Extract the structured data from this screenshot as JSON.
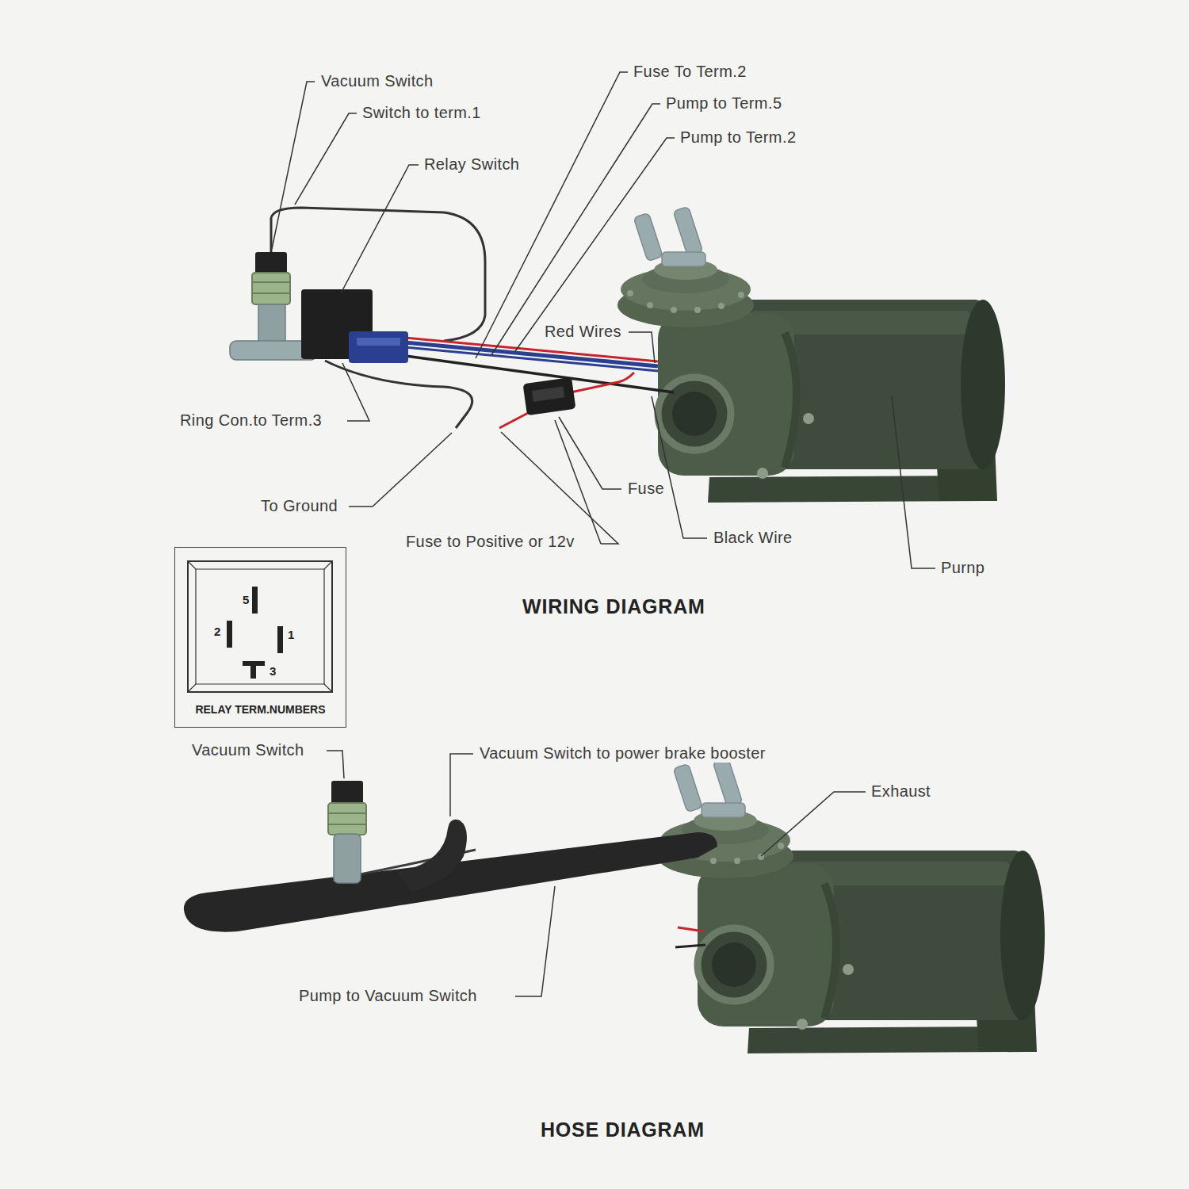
{
  "diagram": {
    "nodes": [
      {
        "text": [
          "RELAY TERM.NUMBERS"
        ]
      }
    ],
    "labels": [
      "Vacuum Switch",
      "Switch to term.1",
      "Relay Switch",
      "Fuse To Term.2",
      "Pump to Term.5",
      "Pump to Term.2",
      "Red Wires",
      "Ring Con.to Term.3",
      "To Ground",
      "Fuse",
      "Black Wire",
      "Fuse to Positive or 12v",
      "Purnp",
      "WIRING DIAGRAM",
      "5",
      "2",
      "1",
      "3",
      "Vacuum Switch",
      "Vacuum Switch to power brake booster",
      "Exhaust",
      "Pump to Vacuum Switch",
      "HOSE DIAGRAM"
    ]
  }
}
